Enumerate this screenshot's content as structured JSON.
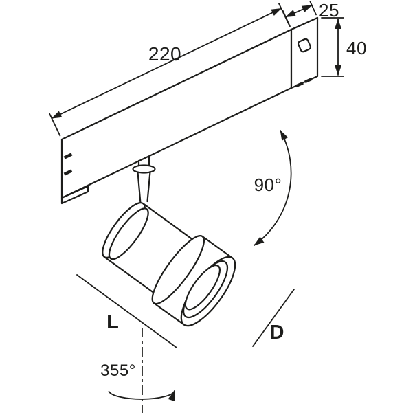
{
  "colors": {
    "line": "#1d1d1b",
    "background": "#ffffff"
  },
  "diagram": {
    "dimensions": {
      "track_length": "220",
      "track_depth": "25",
      "track_height": "40"
    },
    "angles": {
      "tilt": "90°",
      "rotation": "355°"
    },
    "references": {
      "length": "L",
      "diameter": "D"
    }
  }
}
